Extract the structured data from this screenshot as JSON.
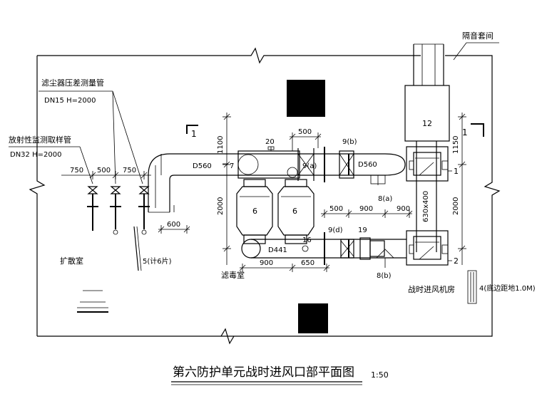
{
  "title": "第六防护单元战时进风口部平面图",
  "scale": "1:50",
  "rooms": {
    "isolation": "隔音套间",
    "diffusion": "扩散室",
    "filter": "滤毒室",
    "fan": "战时进风机房"
  },
  "pipes": {
    "filter_pressure_name": "滤尘器压差测量管",
    "filter_pressure_spec": "DN15  H=2000",
    "radiation_name": "放射性监测取样管",
    "radiation_spec": "DN32 H=2000"
  },
  "ducts": {
    "main_left": "D560",
    "main_right": "D560",
    "lower": "D441",
    "fan_duct": "630x400"
  },
  "items": {
    "i1": "1",
    "i2": "2",
    "i4": "4(底边距地1.0M)",
    "i5": "5(计6片)",
    "i6a": "6",
    "i6b": "6",
    "i7": "7",
    "i8a": "8(a)",
    "i8b": "8(b)",
    "i9a": "9(a)",
    "i9b": "9(b)",
    "i9d": "9(d)",
    "i12": "12",
    "i16": "16",
    "i19": "19",
    "i20": "20"
  },
  "section_marks": {
    "left": "1",
    "right": "1"
  },
  "dims": {
    "d750a": "750",
    "d500a": "500",
    "d750b": "750",
    "d600": "600",
    "d1100": "1100",
    "d2000l": "2000",
    "d500b": "500",
    "d500c": "500",
    "d900a": "900",
    "d900b": "900",
    "d900c": "900",
    "d650": "650",
    "d1150": "1150",
    "d2000r": "2000"
  }
}
